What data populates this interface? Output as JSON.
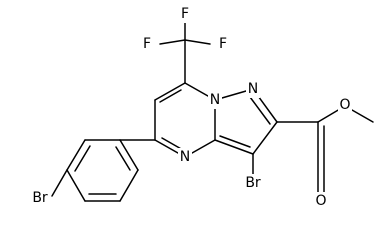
{
  "diagram": {
    "type": "chemical-structure",
    "atoms": {
      "f_top": "F",
      "f_left": "F",
      "f_right": "F",
      "n_pyrazole": "N",
      "n_bridge": "N",
      "n_pyrimidine": "N",
      "br_ring": "Br",
      "br_phenyl": "Br",
      "o_carbonyl": "O",
      "o_ester": "O"
    },
    "colors": {
      "bond": "#000000",
      "label": "#000000",
      "background": "#ffffff"
    }
  }
}
